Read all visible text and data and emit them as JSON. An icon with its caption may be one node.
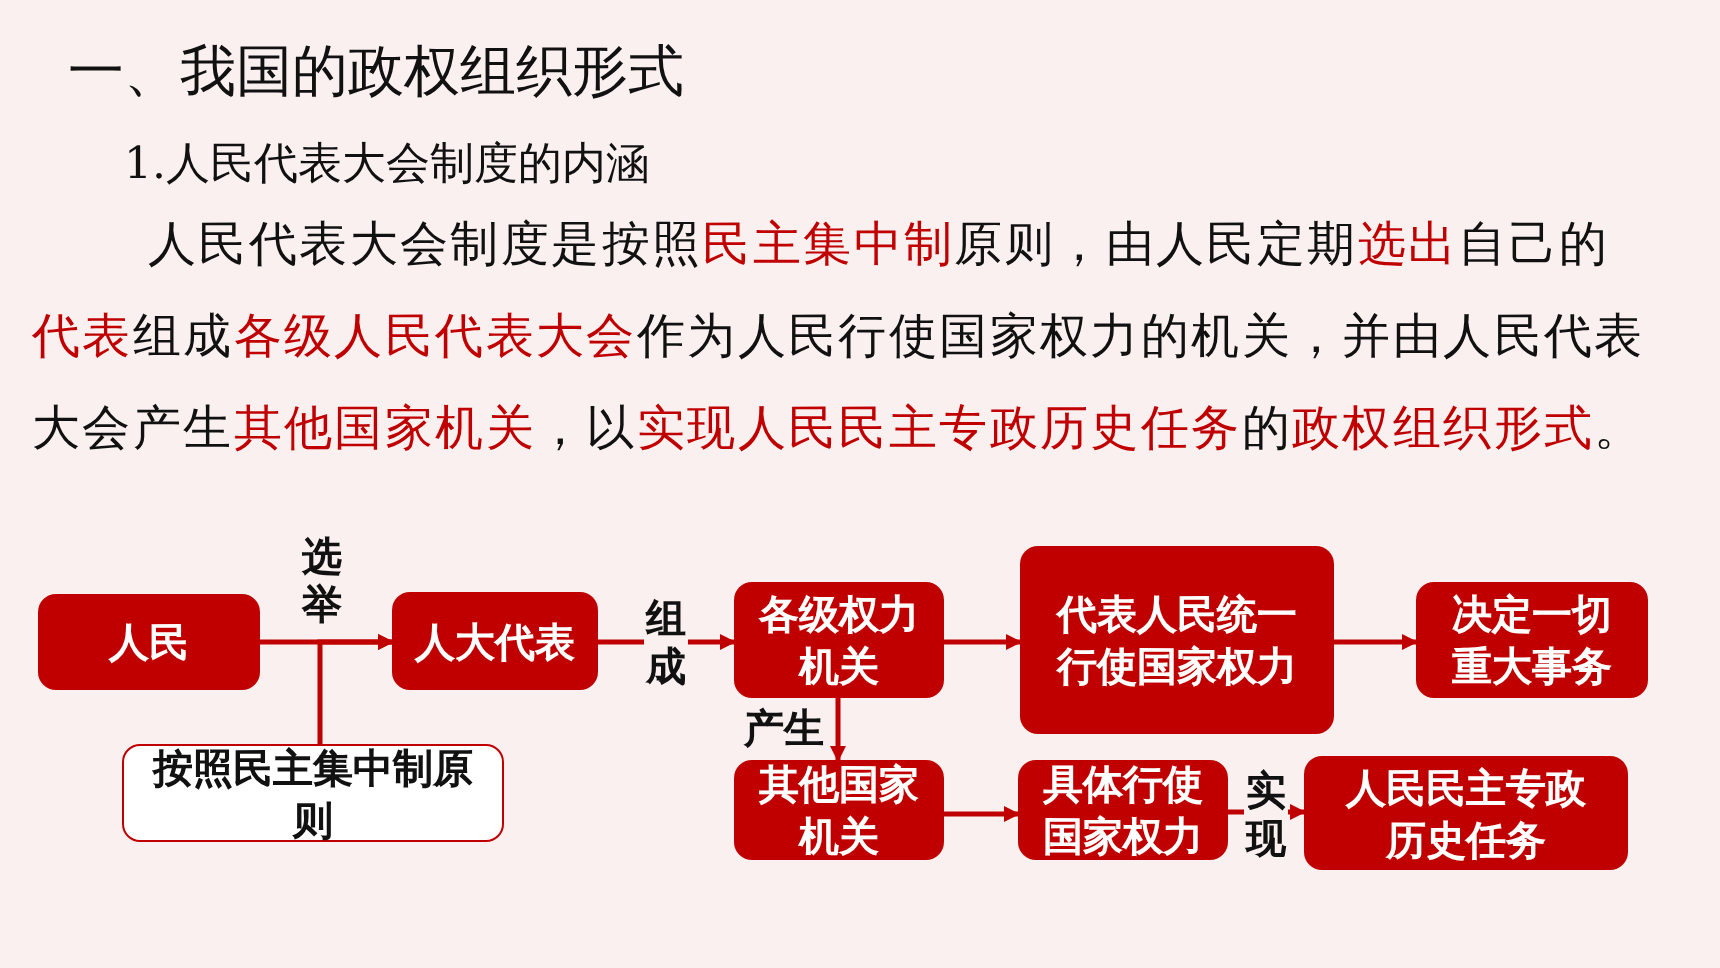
{
  "diagram": {
    "title": "一、我国的政权组织形式",
    "nodes": [
      {
        "text": [
          "人民"
        ]
      },
      {
        "text": [
          "人大代表"
        ]
      },
      {
        "text": [
          "按照民主集中制原则"
        ]
      },
      {
        "text": [
          "各级权力机关"
        ]
      },
      {
        "text": [
          "代表人民统一行使国家权力"
        ]
      },
      {
        "text": [
          "决定一切重大事务"
        ]
      },
      {
        "text": [
          "其他国家机关"
        ]
      },
      {
        "text": [
          "具体行使国家权力"
        ]
      },
      {
        "text": [
          "人民民主专政历史任务"
        ]
      }
    ],
    "edges": [
      {
        "from": 0,
        "to": 1,
        "arrow": "to",
        "label": "选举"
      },
      {
        "from": 2,
        "to": 1,
        "arrow": "to"
      },
      {
        "from": 1,
        "to": 3,
        "arrow": "to",
        "label": "组成"
      },
      {
        "from": 3,
        "to": 4,
        "arrow": "to"
      },
      {
        "from": 4,
        "to": 5,
        "arrow": "to"
      },
      {
        "from": 3,
        "to": 6,
        "arrow": "to",
        "label": "产生"
      },
      {
        "from": 6,
        "to": 7,
        "arrow": "to"
      },
      {
        "from": 7,
        "to": 8,
        "arrow": "to",
        "label": "实现"
      }
    ],
    "labels": [
      "1.人民代表大会制度的内涵",
      "人民代表大会制度是按照**民主集中制**原则，由人民定期**选出**自己的**代表**组成**各级人民代表大会**作为人民行使国家权力的机关，并由人民代表大会产生**其他国家机关**，以**实现人民民主专政历史任务**的**政权组织形式**。"
    ]
  }
}
